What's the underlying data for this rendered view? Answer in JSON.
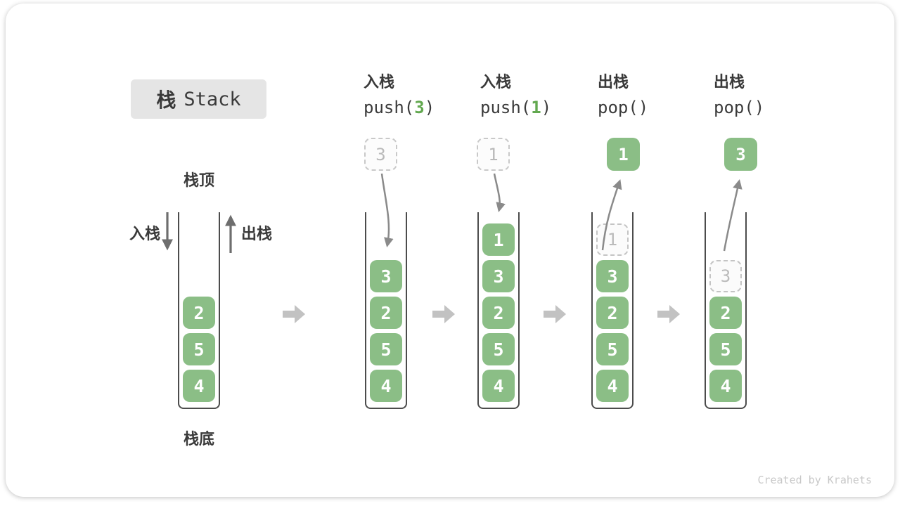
{
  "title": {
    "cjk": "栈",
    "en": "Stack"
  },
  "side_labels": {
    "stack_top": "栈顶",
    "stack_bottom": "栈底",
    "push": "入栈",
    "pop": "出栈"
  },
  "footer": {
    "credit": "Created by Krahets"
  },
  "colors": {
    "cell_green": "#8bbe86",
    "code_arg_green": "#62a84f",
    "title_bg": "#e5e5e5",
    "text_dark": "#3a3a3a",
    "dashed_border_gray": "#c9c9c9",
    "ghost_text_gray": "#b9b9b9",
    "curve_arrow_gray": "#8a8a8a",
    "direction_arrow_gray": "#6e6e6e",
    "step_arrow_gray": "#c2c2c2",
    "container_wall": "#4c4c4c"
  },
  "steps": [
    {
      "name": "initial",
      "cells": [
        "2",
        "5",
        "4"
      ]
    },
    {
      "name": "push-3",
      "label": "入栈",
      "code": {
        "pre": "push(",
        "arg": "3",
        "post": ")"
      },
      "moving_value": "3",
      "cells": [
        "3",
        "2",
        "5",
        "4"
      ]
    },
    {
      "name": "push-1",
      "label": "入栈",
      "code": {
        "pre": "push(",
        "arg": "1",
        "post": ")"
      },
      "moving_value": "1",
      "cells": [
        "1",
        "3",
        "2",
        "5",
        "4"
      ]
    },
    {
      "name": "pop-1",
      "label": "出栈",
      "code": {
        "pre": "pop(",
        "arg": "",
        "post": ")"
      },
      "moving_value": "1",
      "ghost_value": "1",
      "cells": [
        "3",
        "2",
        "5",
        "4"
      ]
    },
    {
      "name": "pop-3",
      "label": "出栈",
      "code": {
        "pre": "pop(",
        "arg": "",
        "post": ")"
      },
      "moving_value": "3",
      "ghost_value": "3",
      "cells": [
        "2",
        "5",
        "4"
      ]
    }
  ]
}
